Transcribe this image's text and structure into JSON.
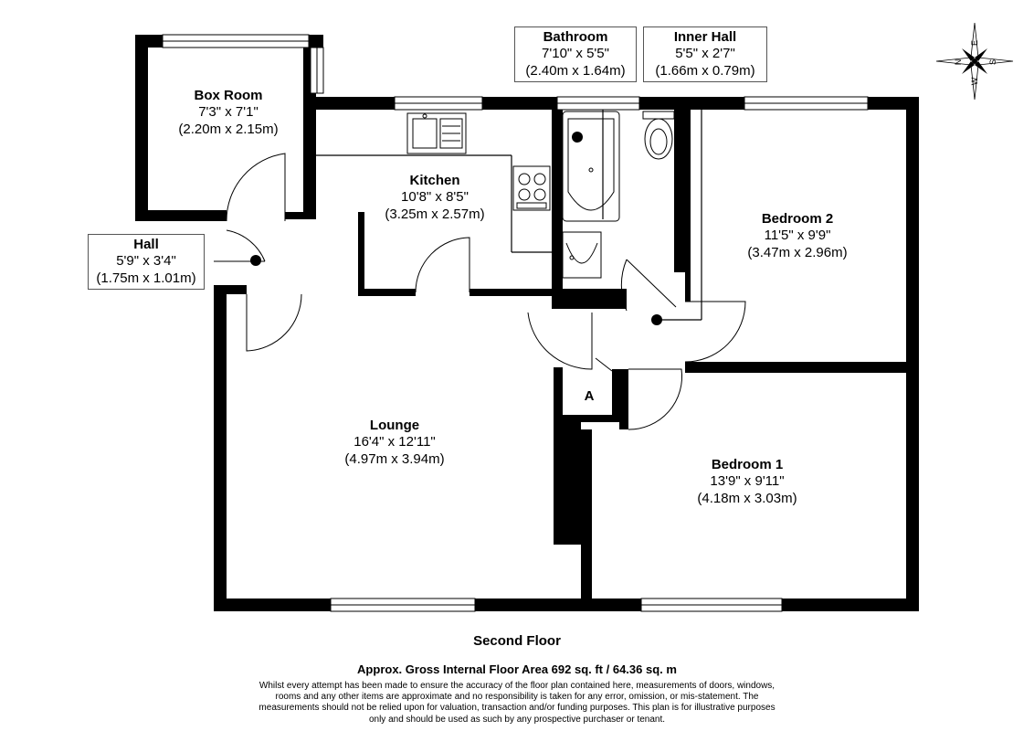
{
  "rooms": {
    "box_room": {
      "name": "Box Room",
      "dim_imperial": "7'3\" x 7'1\"",
      "dim_metric": "(2.20m x 2.15m)"
    },
    "kitchen": {
      "name": "Kitchen",
      "dim_imperial": "10'8\" x 8'5\"",
      "dim_metric": "(3.25m x 2.57m)"
    },
    "bathroom": {
      "name": "Bathroom",
      "dim_imperial": "7'10\" x 5'5\"",
      "dim_metric": "(2.40m x 1.64m)"
    },
    "inner_hall": {
      "name": "Inner Hall",
      "dim_imperial": "5'5\" x 2'7\"",
      "dim_metric": "(1.66m x 0.79m)"
    },
    "bedroom_2": {
      "name": "Bedroom 2",
      "dim_imperial": "11'5\" x 9'9\"",
      "dim_metric": "(3.47m x 2.96m)"
    },
    "hall": {
      "name": "Hall",
      "dim_imperial": "5'9\" x 3'4\"",
      "dim_metric": "(1.75m x 1.01m)"
    },
    "lounge": {
      "name": "Lounge",
      "dim_imperial": "16'4\" x 12'11\"",
      "dim_metric": "(4.97m x 3.94m)"
    },
    "bedroom_1": {
      "name": "Bedroom 1",
      "dim_imperial": "13'9\" x 9'11\"",
      "dim_metric": "(4.18m x 3.03m)"
    }
  },
  "cupboard_label": "A",
  "compass": {
    "n": "N",
    "e": "E",
    "s": "S",
    "w": "W"
  },
  "floor_name": "Second Floor",
  "area_text": "Approx. Gross Internal Floor Area 692 sq. ft / 64.36 sq. m",
  "disclaimer": [
    "Whilst every attempt has been made to ensure the accuracy of the floor plan contained here, measurements of doors, windows,",
    "rooms and any other items are approximate and no responsibility is taken for any error, omission, or mis-statement. The",
    "measurements should not be relied upon for valuation, transaction and/or funding purposes. This plan is for illustrative purposes",
    "only and should be used as such by any prospective purchaser or tenant."
  ]
}
